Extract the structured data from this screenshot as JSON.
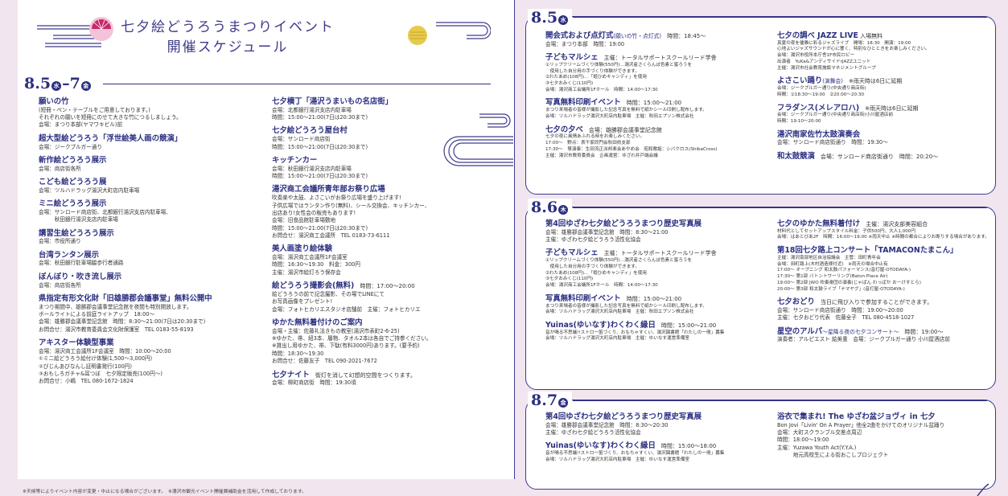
{
  "title": {
    "line1": "七夕絵どうろうまつりイベント",
    "line2": "開催スケジュール"
  },
  "sections": {
    "s1": {
      "date_a": "8.5",
      "dow_a": "水",
      "dash": "–",
      "date_b": "7",
      "dow_b": "金"
    },
    "s2": {
      "date": "8.5",
      "dow": "水"
    },
    "s3": {
      "date": "8.6",
      "dow": "木"
    },
    "s4": {
      "date": "8.7",
      "dow": "金"
    }
  },
  "colors": {
    "accent": "#2b2f80",
    "background": "#f1e6ef",
    "panel": "#ffffff"
  },
  "icons": {
    "fan": "fan-icon",
    "moon": "moon-icon",
    "waves": "wave-lines-icon"
  },
  "col1": [
    {
      "title": "願いの竹",
      "lines": [
        "(短冊・ペン・テーブルをご用意しております。)",
        "それぞれの願いを短冊にのせて大きな竹につるしましょう。",
        "会場：まつり本部(ヤマワキビル)前"
      ]
    },
    {
      "title": "超大型絵どうろう「浮世絵美人画の競演」",
      "lines": [
        "会場：ジークプルガー通り"
      ]
    },
    {
      "title": "新作絵どうろう展示",
      "lines": [
        "会場：商店街各所"
      ]
    },
    {
      "title": "こども絵どうろう展",
      "lines": [
        "会場：ツルハドラッグ湯沢大町店内駐車場"
      ]
    },
    {
      "title": "ミニ絵どうろう展示",
      "lines": [
        "会場：サンロード商店街、北都銀行湯沢支店内駐車場、",
        "　　　秋田銀行湯沢支店内駐車場"
      ]
    },
    {
      "title": "講習生絵どうろう展示",
      "lines": [
        "会場：市役所通り"
      ]
    },
    {
      "title": "台湾ランタン展示",
      "lines": [
        "会場：秋田銀行駐車場脇歩行者通路"
      ]
    },
    {
      "title": "ぼんぼり・吹き流し展示",
      "lines": [
        "会場：商店街各所"
      ]
    },
    {
      "title": "県指定有形文化財「旧雄勝郡会議事堂」無料公開中",
      "lines": [
        "まつり期間中、雄勝郡会議事堂記念館を夜間も特別開放します。",
        "ボールライトによる前庭ライトアップ　18:00〜",
        "会場：雄勝郡会議事堂記念館　時間：8:30〜21:00(7日は20:30まで)",
        "お問合せ：湯沢市教育委員会文化財保護室　TEL 0183-55-8193"
      ]
    },
    {
      "title": "アキスター体験型事業",
      "lines": [
        "会場：湯沢商工会議所1F会議室　時間：10:00〜20:00",
        "①ミニ絵どうろう絵付け体験(1,500〜3,000円)",
        "②びじんあびなんし証明書発行(100円)",
        "③おもしろガチャ&耳つぼ　七夕限定販売(100円〜)",
        "お問合せ：小嶋　TEL 080-1672-1824"
      ]
    }
  ],
  "col2": [
    {
      "title": "七夕横丁「湯沢うまいもの名店街」",
      "lines": [
        "会場：北都銀行湯沢支店内駐車場",
        "時間：15:00〜21:00(7日は20:30まで)"
      ]
    },
    {
      "title": "七夕絵どうろう屋台村",
      "lines": [
        "会場：サンロード商店街",
        "時間：15:00〜21:00(7日は20:30まで)"
      ]
    },
    {
      "title": "キッチンカー",
      "lines": [
        "会場：秋田銀行湯沢支店内駐車場",
        "時間：15:00〜21:00(7日は20:30まで)"
      ]
    },
    {
      "title": "湯沢商工会議所青年部お祭り広場",
      "lines": [
        "吹奏楽や太鼓、よさこいがお祭り広場を盛り上げます!",
        "子供広場ではランタン作り(無料)、シール交換会、キッチンカー、",
        "出店あり!女性会の販売もあります!",
        "会場：旧食品館駐車場敷地",
        "時間：15:00〜21:00(7日は20:30まで)",
        "お問合せ：湯沢商工会議所　TEL 0183-73-6111"
      ]
    },
    {
      "title": "美人画塗り絵体験",
      "lines": [
        "会場：湯沢商工会議所1F会議室",
        "時間：16:30〜19:30　料金：300円",
        "主催：湯沢市絵灯ろう保存会"
      ]
    },
    {
      "title": "絵どうろう撮影会(無料)",
      "title_tail": "　時間：17:00〜20:00",
      "lines": [
        "絵どうろうの前で記念撮影、その場でLINEにて",
        "お写真画像をプレゼント!",
        "会場：フォトヒカリエスタジオ店舗前　主催：フォトヒカリエ"
      ]
    },
    {
      "title": "ゆかた無料着付けのご案内",
      "lines": [
        "会場・主催：佐藤礼法きもの教室(湯沢市表町2-6-25)",
        "※ゆかた、帯、紐3本、履物、タオル2本は各自でご持参ください。",
        "※貸出し用ゆかた、帯、下駄(有料3000円)あります。(要予約)",
        "時間：18:30〜19:30",
        "お問合せ：佐藤友子　TEL 090-2021-7672"
      ]
    },
    {
      "title": "七夕ナイト",
      "title_tail": "　街灯を消して幻想的空間をつくります。",
      "lines": [
        "会場：柳町商店街　時間：19:30頃"
      ]
    }
  ],
  "col3": [
    {
      "title": "開会式および点灯式",
      "title_sub": "(願いの竹・点灯式)",
      "title_tail": "　時間：18:45〜",
      "lines": [
        "会場：まつり本部　時間：19:00"
      ]
    },
    {
      "title": "子どもマルシェ",
      "title_tail": "　主催：トータルサポートスクールリード学舎",
      "small": true,
      "lines": [
        "①リップクリームづくり体験(550円)…湯沢産さくらんぼ色素と蜜ろうを",
        "　使用した自分用の手づくり体験ができます。",
        "②わたあめ(108円)…「姫ひめキャンディ」を使用",
        "③七夕おみくじ(110円)",
        "会場：湯沢商工会議所1Fホール　時間：14:00〜17:30"
      ]
    },
    {
      "title": "写真無料印刷イベント",
      "title_tail": "　時間：15:00〜21:00",
      "small": true,
      "lines": [
        "まつり来場者の皆様が撮影した記念写真を無料で紙かシール印刷し配布します。",
        "会場：ツルハドラッグ湯沢大町店内駐車場　主催：秋田エプソン株式会社"
      ]
    },
    {
      "title": "七夕の夕べ",
      "title_tail": "　会場：雄勝郡会議事堂記念館",
      "small": true,
      "lines": [
        "七夕の夜に風情あふれる時をお楽しみください。",
        "17:00〜　野点：表千家同門会秋田県支部",
        "17:30〜　箏演奏：生田流正派邦楽会あやめ会　昭和歌謡：シバクロス(ShibaCross)",
        "主催：湯沢市教育委員会　企画運営：ゆざわ井戸端会議"
      ]
    }
  ],
  "col4": [
    {
      "title": "七夕の調べ JAZZ LIVE",
      "title_tail": " 入場無料",
      "small": true,
      "lines": [
        "真夏の夜を優雅に彩るジャズライブ　開場：18:30　開演：19:00",
        "心地よいジャズサウンドが心に響く、特別なひとときをお楽しみください。",
        "会場：湯沢市役所本庁舎1F市民ロビー",
        "出演者　YuKa&アンディサイドrJAZZユニット",
        "主催：湯沢市社会教育施設マネジメントグループ"
      ]
    },
    {
      "title": "よさこい踊り",
      "title_sub": "(演舞会)",
      "title_tail": "　※雨天時は6日に延期",
      "small": true,
      "lines": [
        "会場：ジークプルガー通り(中央通り商店街)",
        "時間：①18:30〜19:00　②20:00〜20:30"
      ]
    },
    {
      "title": "フラダンス(メレアロハ)",
      "title_tail": "　※雨天時は6日に延期",
      "small": true,
      "lines": [
        "会場：ジークプルガー通り(中央通り商店街)小川屋酒店前",
        "時間：19:10〜20:00"
      ]
    },
    {
      "title": "湯沢南家佐竹太鼓演奏会",
      "lines": [
        "会場：サンロード商店街通り　時間：19:30〜"
      ]
    },
    {
      "title": "和太鼓競演",
      "title_tail": "　会場：サンロード商店街通り　時間：20:20〜",
      "lines": []
    }
  ],
  "col5": [
    {
      "title": "第4回ゆざわ七夕絵どうろうまつり歴史写真展",
      "lines": [
        "会場：雄勝郡会議事堂記念館　時間：8:30〜21:00",
        "主催：ゆざわ七夕絵どうろう活性化協会"
      ]
    },
    {
      "title": "子どもマルシェ",
      "title_tail": "　主催：トータルサポートスクールリード学舎",
      "small": true,
      "lines": [
        "①リップクリームづくり体験(550円)…湯沢産さくらんぼ色素と蜜ろうを",
        "　使用した自分用の手づくり体験ができます。",
        "②わたあめ(108円)…「姫ひめキャンディ」を使用",
        "③七夕おみくじ(110円)",
        "会場：湯沢商工会議所1Fホール　時間：14:00〜17:30"
      ]
    },
    {
      "title": "写真無料印刷イベント",
      "title_tail": "　時間：15:00〜21:00",
      "small": true,
      "lines": [
        "まつり来場者の皆様が撮影した記念写真を無料で紙かシール印刷し配布します。",
        "会場：ツルハドラッグ湯沢大町店内駐車場　主催：秋田エプソン株式会社"
      ]
    },
    {
      "title": "Yuinas(ゆいなす)わくわく縁日",
      "title_tail": "　時間：15:00〜21:00",
      "small": true,
      "lines": [
        "音が鳴る不思議!!ストロー笛づくり、おもちゃすくい、湯沢図書館「わたしの一冊」募集",
        "会場：ツルハドラッグ湯沢大町店内駐車場　主催：ゆいなす運営準備室"
      ]
    }
  ],
  "col6": [
    {
      "title": "七夕のゆかた無料着付け",
      "title_tail": "　主催：湯沢支部美容組合",
      "small": true,
      "lines": [
        "材料代としてセットアップスタイル料金：子供500円、大人1,000円",
        "会場：はあとびあ2F　時間：16:00〜19:00 ※雨天中止 ※時間の都合によりお断りする場合があります。"
      ]
    },
    {
      "title": "第18回七夕路上コンサート「TAMACONたまこん」",
      "small": true,
      "lines": [
        "主催：湯沢南部地区自治協議会　主管：田町青年会",
        "会場：田町路上(木村酒造様付近)　※雨天の場合中止有",
        "17:00〜 オープニング 和太鼓パフォーマンス(音灯屋-OTODAYA-)",
        "17:30〜 第1部 バトントワーリング(Baton Place Air)",
        "19:00〜 第2部 JWO 吹奏楽団の演奏(じゃぱん わっぱか おーけすとら)",
        "20:00〜 第3部 和太鼓ライブ「ナマヤグ」(音灯屋-OTODAYA-)"
      ]
    },
    {
      "title": "七夕おどり",
      "title_tail": "　当日に飛び入りで参加することができます。",
      "lines": [
        "会場：サンロード商店街通り　時間：19:00〜20:00",
        "主催：七夕おどり代表　佐藤全子　TEL 080-4518-1027"
      ]
    },
    {
      "title": "星空のアルパ",
      "title_sub": "〜星降る夜の七夕コンサート〜",
      "title_tail": "　時間：19:00〜",
      "lines": [
        "演奏者：アルピエスト 絵美重　会場：ジークプルガー通り 小川屋酒店前"
      ]
    }
  ],
  "col7": [
    {
      "title": "第4回ゆざわ七夕絵どうろうまつり歴史写真展",
      "lines": [
        "会場：雄勝郡会議事堂記念館　時間：8:30〜20:30",
        "主催：ゆざわ七夕絵どうろう活性化協会"
      ]
    },
    {
      "title": "Yuinas(ゆいなす)わくわく縁日",
      "title_tail": "　時間：15:00〜18:00",
      "small": true,
      "lines": [
        "音が鳴る不思議!!ストロー笛づくり、おもちゃすくい、湯沢図書館「わたしの一冊」募集",
        "会場：ツルハドラッグ湯沢大町店内駐車場　主催：ゆいなす運営準備室"
      ]
    }
  ],
  "col8": [
    {
      "title": "浴衣で集まれ! The ゆざわ盆ジョヴィ in 七夕",
      "lines": [
        "Bon Jovi「Livin' On A Prayer」他全2曲をかけてのオリジナル盆踊り",
        "会場：大町スクランブル交差点周辺",
        "時間：18:00〜19:00",
        "主催：Yuzawa Youth Act(Y.Y.A.)",
        "　　　地元高校生による街おこしプロジェクト"
      ]
    }
  ],
  "footnote": "※天候等によりイベント内容が変更・中止になる場合がございます。　※湯沢市観光イベント開催費補助金を活用して作成しております。"
}
